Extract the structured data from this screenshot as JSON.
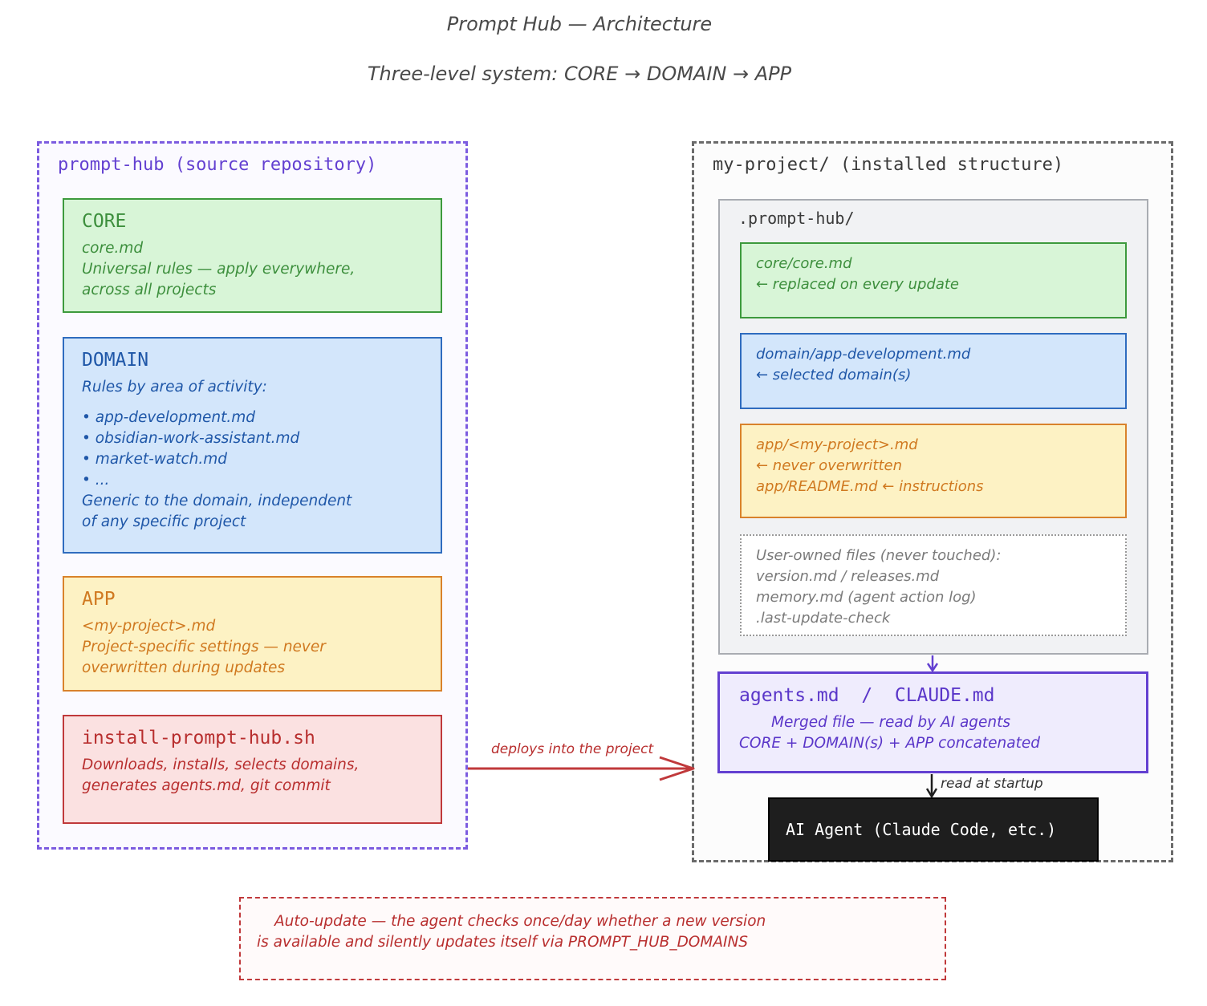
{
  "header": {
    "title": "Prompt Hub — Architecture",
    "subtitle": "Three-level system: CORE → DOMAIN → APP"
  },
  "source_repo": {
    "title": "prompt-hub (source repository)",
    "core": {
      "title": "CORE",
      "lines": "core.md\nUniversal rules — apply everywhere,\nacross all projects"
    },
    "domain": {
      "title": "DOMAIN",
      "intro": "Rules by area of activity:",
      "items": [
        "• app-development.md",
        "• obsidian-work-assistant.md",
        "• market-watch.md",
        "• ..."
      ],
      "footer": "Generic to the domain, independent\nof any specific project"
    },
    "app": {
      "title": "APP",
      "lines": "<my-project>.md\nProject-specific settings — never\noverwritten during updates"
    },
    "install": {
      "title": "install-prompt-hub.sh",
      "lines": "Downloads, installs, selects domains,\ngenerates agents.md, git commit"
    }
  },
  "project": {
    "title": "my-project/ (installed structure)",
    "folder": {
      "label": ".prompt-hub/",
      "core": "core/core.md\n← replaced on every update",
      "domain": "domain/app-development.md\n← selected domain(s)",
      "app": "app/<my-project>.md\n← never overwritten\napp/README.md ← instructions",
      "user_files": "User-owned files (never touched):\nversion.md / releases.md\nmemory.md (agent action log)\n.last-update-check"
    },
    "agents": {
      "title": "agents.md  /  CLAUDE.md",
      "desc_line1": "Merged file — read by AI agents",
      "desc_line2": "CORE + DOMAIN(s) + APP concatenated"
    },
    "read_label": "read at startup",
    "ai_agent": "AI Agent (Claude Code, etc.)"
  },
  "deploy_label": "deploys into the project",
  "auto_update": {
    "line1": "Auto-update — the agent checks once/day whether a new version",
    "line2": "is available and silently updates itself via PROMPT_HUB_DOMAINS"
  }
}
